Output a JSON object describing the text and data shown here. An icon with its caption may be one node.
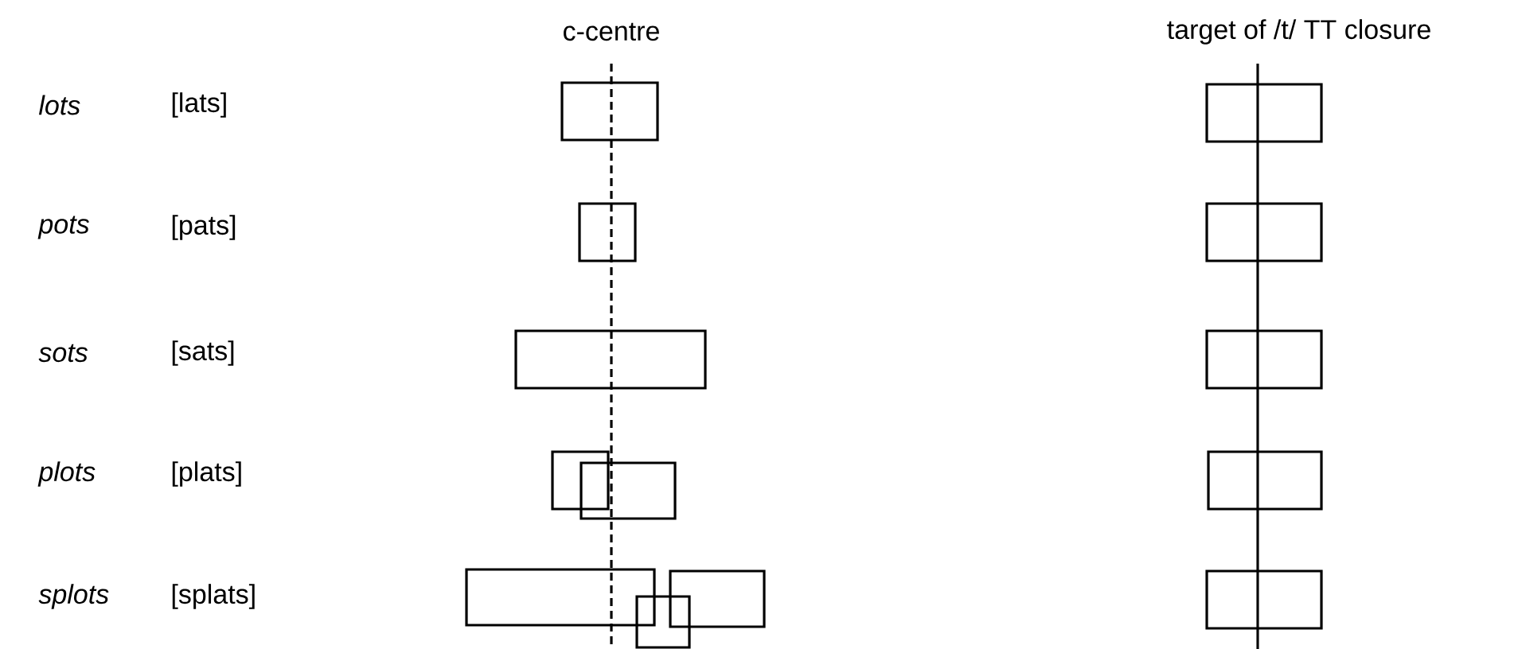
{
  "diagram": {
    "nodes": [
      {
        "text": [],
        "shape": "box"
      },
      {
        "text": [],
        "shape": "box"
      },
      {
        "text": [],
        "shape": "box"
      },
      {
        "text": [],
        "shape": "box"
      },
      {
        "text": [],
        "shape": "box"
      },
      {
        "text": [],
        "shape": "box"
      },
      {
        "text": [],
        "shape": "box"
      },
      {
        "text": [],
        "shape": "box"
      },
      {
        "text": [],
        "shape": "box"
      },
      {
        "text": [],
        "shape": "box"
      },
      {
        "text": [],
        "shape": "box"
      },
      {
        "text": [],
        "shape": "box"
      },
      {
        "text": [],
        "shape": "box"
      }
    ],
    "labels": [
      "c-centre",
      "target of /t/ TT closure",
      "lots",
      "[lats]",
      "pots",
      "[pats]",
      "sots",
      "[sats]",
      "plots",
      "[plats]",
      "splots",
      "[splats]"
    ]
  }
}
